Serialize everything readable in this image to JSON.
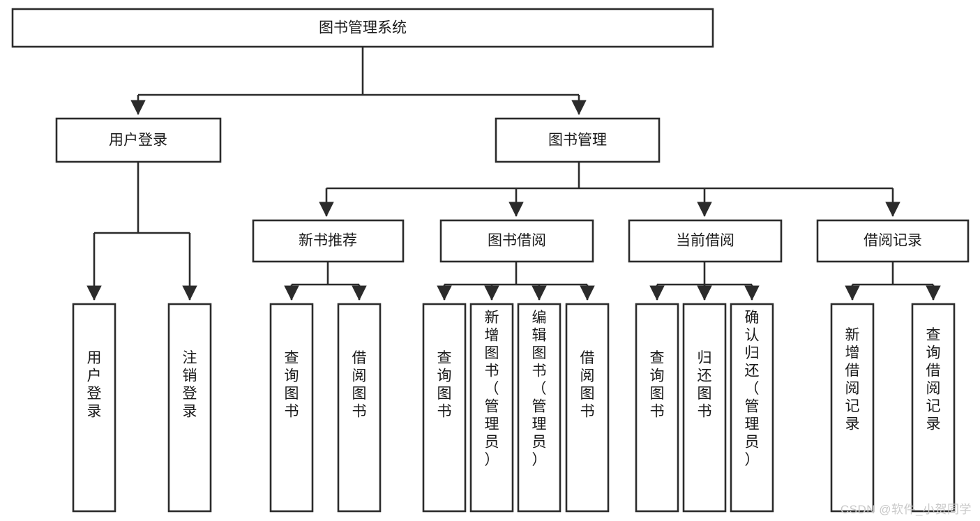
{
  "diagram": {
    "title": "图书管理系统",
    "type": "tree-hierarchy",
    "watermark": "CSDN @软件_小贺同学",
    "colors": {
      "stroke": "#2b2b2b",
      "fill": "#ffffff",
      "text": "#1a1a1a",
      "watermark": "#c9c9c9"
    },
    "nodes": {
      "root": {
        "label": "图书管理系统"
      },
      "level2": [
        {
          "id": "user-login",
          "label": "用户登录"
        },
        {
          "id": "book-manage",
          "label": "图书管理"
        }
      ],
      "level3": [
        {
          "id": "new-book-recommend",
          "label": "新书推荐"
        },
        {
          "id": "book-borrow",
          "label": "图书借阅"
        },
        {
          "id": "current-borrow",
          "label": "当前借阅"
        },
        {
          "id": "borrow-record",
          "label": "借阅记录"
        }
      ],
      "leaves": [
        {
          "id": "leaf-user-login",
          "label": "用户登录",
          "parent": "user-login"
        },
        {
          "id": "leaf-logout-login",
          "label": "注销登录",
          "parent": "user-login"
        },
        {
          "id": "leaf-query-book-1",
          "label": "查询图书",
          "parent": "new-book-recommend"
        },
        {
          "id": "leaf-borrow-book-1",
          "label": "借阅图书",
          "parent": "new-book-recommend"
        },
        {
          "id": "leaf-query-book-2",
          "label": "查询图书",
          "parent": "book-borrow"
        },
        {
          "id": "leaf-add-book",
          "label": "新增图书（管理员）",
          "parent": "book-borrow"
        },
        {
          "id": "leaf-edit-book",
          "label": "编辑图书（管理员）",
          "parent": "book-borrow"
        },
        {
          "id": "leaf-borrow-book-2",
          "label": "借阅图书",
          "parent": "book-borrow"
        },
        {
          "id": "leaf-query-book-3",
          "label": "查询图书",
          "parent": "current-borrow"
        },
        {
          "id": "leaf-return-book",
          "label": "归还图书",
          "parent": "current-borrow"
        },
        {
          "id": "leaf-confirm-return",
          "label": "确认归还（管理员）",
          "parent": "current-borrow"
        },
        {
          "id": "leaf-add-record",
          "label": "新增借阅记录",
          "parent": "borrow-record"
        },
        {
          "id": "leaf-query-record",
          "label": "查询借阅记录",
          "parent": "borrow-record"
        }
      ]
    }
  }
}
